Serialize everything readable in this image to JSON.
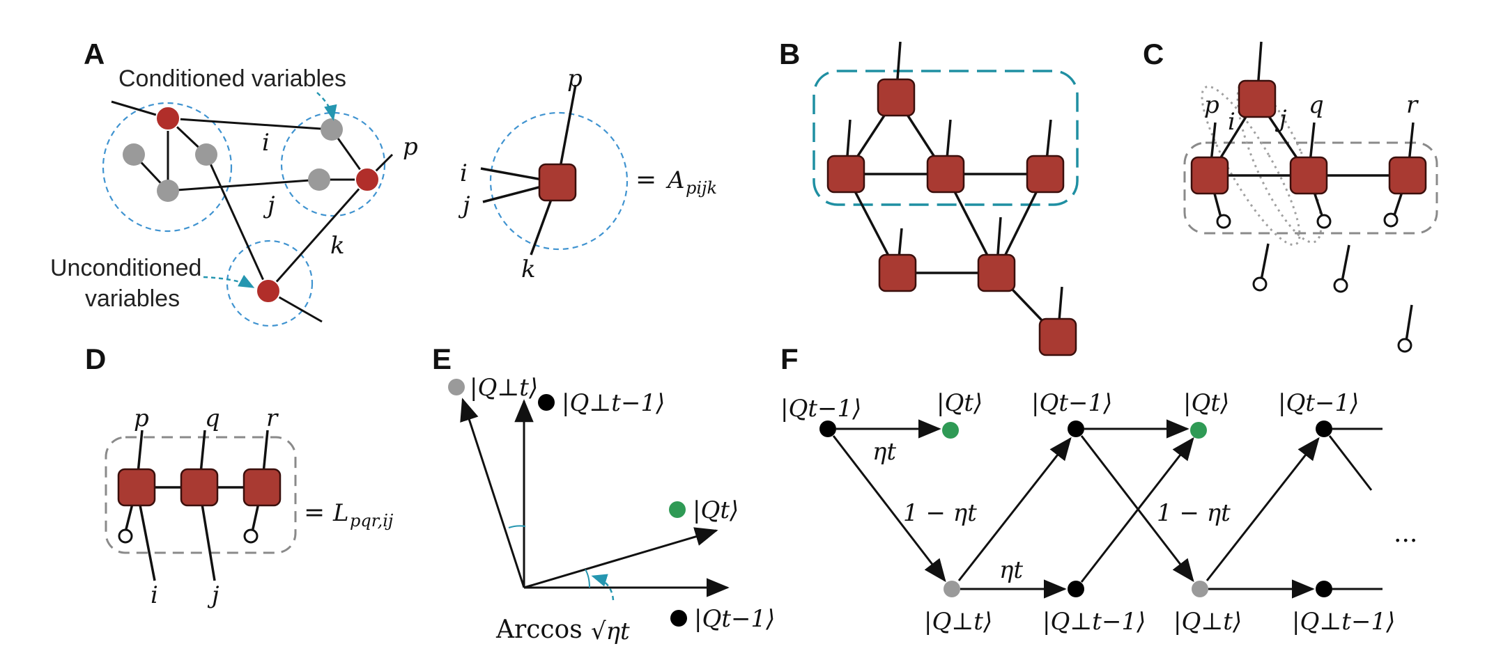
{
  "panels": {
    "A": {
      "label": "A",
      "conditioned": "Conditioned variables",
      "unconditioned_line1": "Unconditioned",
      "unconditioned_line2": "variables",
      "idx_i": "i",
      "idx_j": "j",
      "idx_k": "k",
      "idx_p": "p",
      "tensor_idx_p": "p",
      "tensor_idx_i": "i",
      "tensor_idx_j": "j",
      "tensor_idx_k": "k",
      "equals": "=",
      "tensor_name": "A",
      "tensor_sub": "pijk"
    },
    "B": {
      "label": "B"
    },
    "C": {
      "label": "C",
      "p": "p",
      "q": "q",
      "r": "r",
      "i": "i",
      "j": "j"
    },
    "D": {
      "label": "D",
      "p": "p",
      "q": "q",
      "r": "r",
      "i": "i",
      "j": "j",
      "equals": "=",
      "tensor_name": "L",
      "tensor_sub": "pqr,ij"
    },
    "E": {
      "label": "E",
      "q_perp_t": "|Q⊥t⟩",
      "q_perp_t1": "|Q⊥t−1⟩",
      "q_t": "|Qt⟩",
      "q_t1": "|Qt−1⟩",
      "arccos": "Arccos",
      "sqrt_eta": "√ηt"
    },
    "F": {
      "label": "F",
      "q_t1": "|Qt−1⟩",
      "q_t": "|Qt⟩",
      "q_perp_t": "|Q⊥t⟩",
      "q_perp_t1": "|Q⊥t−1⟩",
      "eta": "ηt",
      "one_minus_eta": "1 − ηt",
      "ellipsis": "..."
    }
  },
  "colors": {
    "tensor": "#a93a32",
    "conditioned_node": "#b12e2a",
    "unconditioned_node": "#9a9a9a",
    "highlight": "#2f9a55",
    "dashed_accent": "#3f93d0",
    "teal": "#1f8fa2"
  }
}
